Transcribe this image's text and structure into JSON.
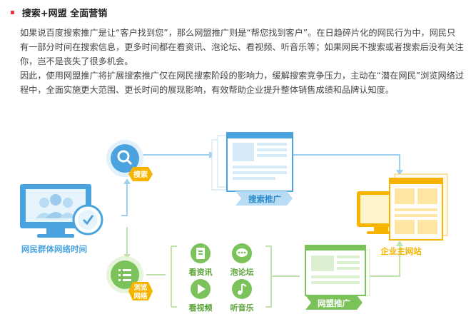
{
  "header": {
    "title": "搜索+网盟 全面营销"
  },
  "paragraphs": [
    "如果说百度搜索推广是让“客户找到您”，那么网盟推广则是“帮您找到客户”。在日趋碎片化的网民行为中，网民只有一部分时间在搜索信息，更多时间都在看资讯、泡论坛、看视频、听音乐等；如果网民不搜索或者搜索后没有关注你，岂不是丧失了很多机会。",
    "因此，使用网盟推广将扩展搜索推广仅在网民搜索阶段的影响力，缓解搜索竞争压力，主动在“潜在网民”浏览网络过程中，全面实施更大范围、更长时间的展现影响，有效帮助企业提升整体销售成绩和品牌认知度。"
  ],
  "diagram": {
    "netizen_label": "网民群体网络时间",
    "search_tag": "搜索",
    "browse_tag_line1": "浏览",
    "browse_tag_line2": "网络",
    "search_promo_label": "搜索推广",
    "network_promo_label": "网盟推广",
    "site_label": "企业主网站",
    "activities": [
      "看资讯",
      "泡论坛",
      "看视频",
      "听音乐"
    ],
    "colors": {
      "blue": "#4aa3df",
      "green": "#7cc25b",
      "yellow": "#f6b400",
      "lightblue": "#b8dcf4",
      "lightgreen": "#cfe9bf"
    }
  }
}
